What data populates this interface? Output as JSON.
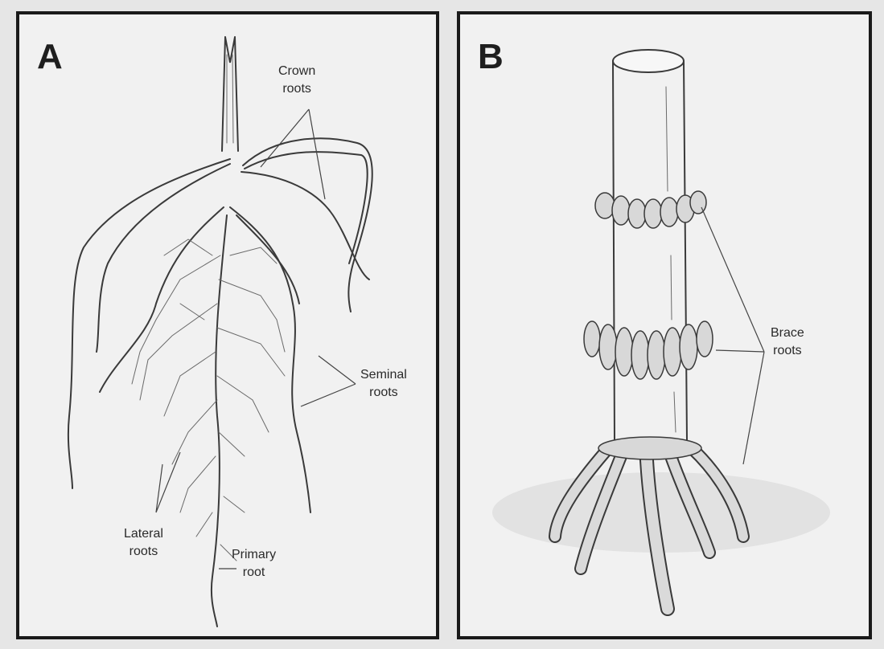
{
  "panels": [
    {
      "letter": "A",
      "labels": {
        "crown": [
          "Crown",
          "roots"
        ],
        "seminal": [
          "Seminal",
          "roots"
        ],
        "lateral": [
          "Lateral",
          "roots"
        ],
        "primary": [
          "Primary",
          "root"
        ]
      }
    },
    {
      "letter": "B",
      "labels": {
        "brace": [
          "Brace",
          "roots"
        ]
      }
    }
  ],
  "colors": {
    "frame": "#1a1a1a",
    "ink": "#3a3a3a",
    "paper": "#f1f1f1"
  }
}
